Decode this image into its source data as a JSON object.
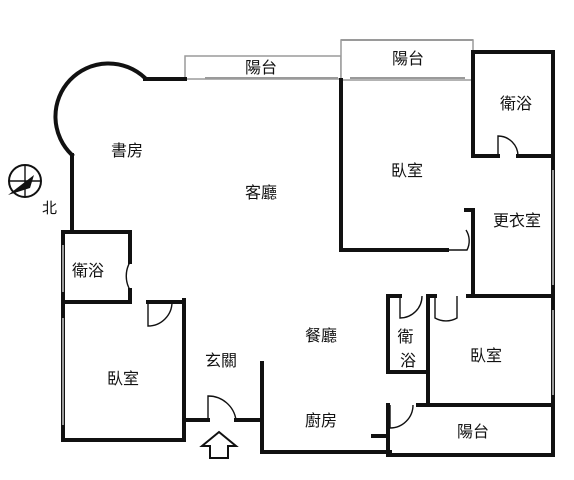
{
  "rooms": {
    "balcony_top_left": "陽台",
    "balcony_top_right": "陽台",
    "bath_top_right": "衛浴",
    "study": "書房",
    "living": "客廳",
    "bedroom_master": "臥室",
    "closet": "更衣室",
    "bath_left": "衛浴",
    "dining": "餐廳",
    "bath_small": "衛浴",
    "bedroom_left": "臥室",
    "entrance": "玄關",
    "bedroom_right": "臥室",
    "kitchen": "廚房",
    "balcony_bottom": "陽台"
  },
  "compass": {
    "north_label": "北"
  }
}
